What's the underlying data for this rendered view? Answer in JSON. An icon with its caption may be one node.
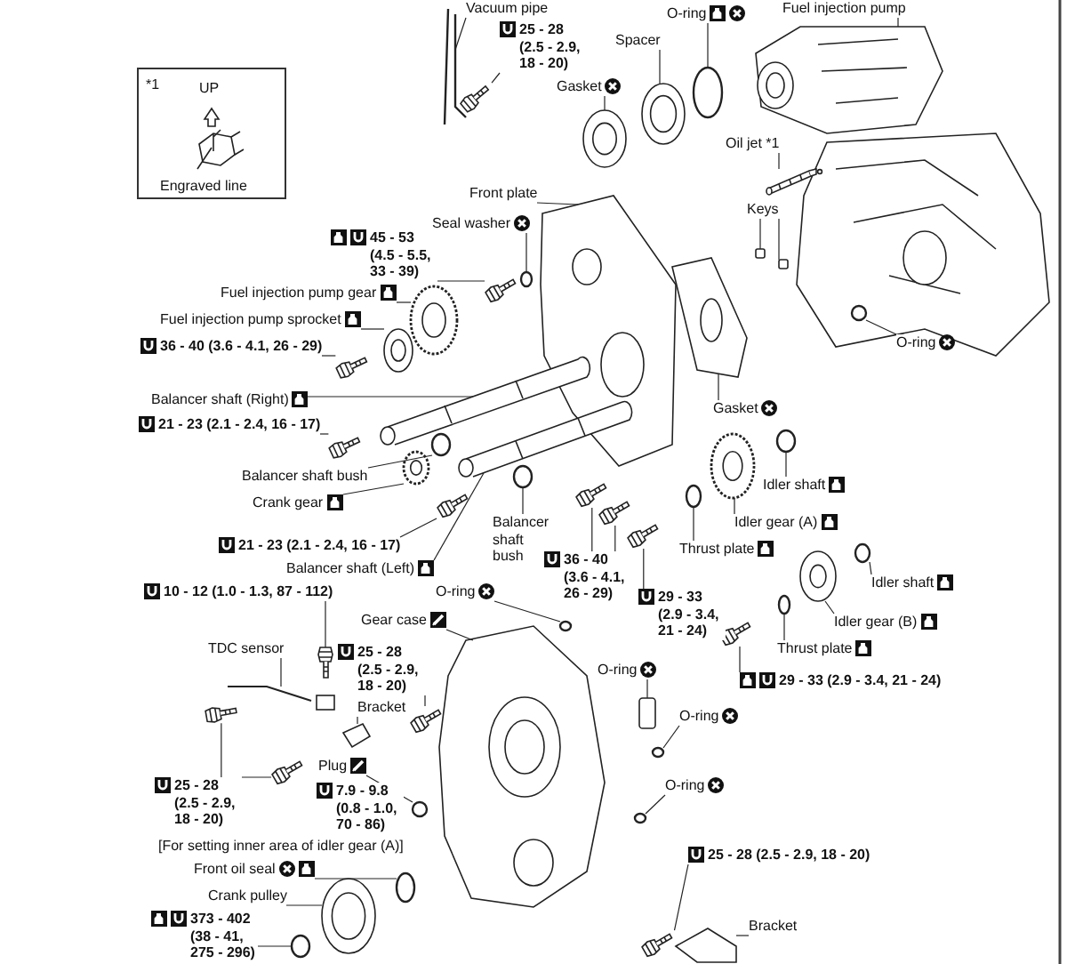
{
  "diagram": {
    "nodes": [
      {
        "text": [
          "*1",
          "UP",
          "Engraved line"
        ]
      },
      {
        "text": [
          "Vacuum pipe"
        ]
      },
      {
        "text": [
          "25 - 28 (2.5 - 2.9, 18 - 20)"
        ]
      },
      {
        "text": [
          "Spacer"
        ]
      },
      {
        "text": [
          "O-ring"
        ]
      },
      {
        "text": [
          "Fuel injection pump"
        ]
      },
      {
        "text": [
          "Gasket"
        ]
      },
      {
        "text": [
          "Oil jet *1"
        ]
      },
      {
        "text": [
          "Keys"
        ]
      },
      {
        "text": [
          "Front plate"
        ]
      },
      {
        "text": [
          "Seal washer"
        ]
      },
      {
        "text": [
          "45 - 53 (4.5 - 5.5, 33 - 39)"
        ]
      },
      {
        "text": [
          "Fuel injection pump gear"
        ]
      },
      {
        "text": [
          "Fuel injection pump sprocket"
        ]
      },
      {
        "text": [
          "36 - 40 (3.6 - 4.1, 26 - 29)"
        ]
      },
      {
        "text": [
          "Balancer shaft (Right)"
        ]
      },
      {
        "text": [
          "21 - 23 (2.1 - 2.4, 16 - 17)"
        ]
      },
      {
        "text": [
          "Balancer shaft bush"
        ]
      },
      {
        "text": [
          "Crank gear"
        ]
      },
      {
        "text": [
          "21 - 23 (2.1 - 2.4, 16 - 17)"
        ]
      },
      {
        "text": [
          "Balancer shaft (Left)"
        ]
      },
      {
        "text": [
          "Balancer shaft bush"
        ]
      },
      {
        "text": [
          "36 - 40 (3.6 - 4.1, 26 - 29)"
        ]
      },
      {
        "text": [
          "29 - 33 (2.9 - 3.4, 21 - 24)"
        ]
      },
      {
        "text": [
          "Gasket"
        ]
      },
      {
        "text": [
          "Idler shaft"
        ]
      },
      {
        "text": [
          "Idler gear (A)"
        ]
      },
      {
        "text": [
          "Thrust plate"
        ]
      },
      {
        "text": [
          "O-ring"
        ]
      },
      {
        "text": [
          "Idler shaft"
        ]
      },
      {
        "text": [
          "Idler gear (B)"
        ]
      },
      {
        "text": [
          "Thrust plate"
        ]
      },
      {
        "text": [
          "29 - 33 (2.9 - 3.4, 21 - 24)"
        ]
      },
      {
        "text": [
          "10 - 12 (1.0 - 1.3, 87 - 112)"
        ]
      },
      {
        "text": [
          "O-ring"
        ]
      },
      {
        "text": [
          "Gear case"
        ]
      },
      {
        "text": [
          "25 - 28 (2.5 - 2.9, 18 - 20)"
        ]
      },
      {
        "text": [
          "TDC sensor"
        ]
      },
      {
        "text": [
          "Bracket"
        ]
      },
      {
        "text": [
          "25 - 28 (2.5 - 2.9, 18 - 20)"
        ]
      },
      {
        "text": [
          "Plug"
        ]
      },
      {
        "text": [
          "7.9 - 9.8 (0.8 - 1.0, 70 - 86)"
        ]
      },
      {
        "text": [
          "O-ring"
        ]
      },
      {
        "text": [
          "O-ring"
        ]
      },
      {
        "text": [
          "O-ring"
        ]
      },
      {
        "text": [
          "25 - 28 (2.5 - 2.9, 18 - 20)"
        ]
      },
      {
        "text": [
          "Bracket"
        ]
      },
      {
        "text": [
          "Front oil seal"
        ]
      },
      {
        "text": [
          "Crank pulley"
        ]
      },
      {
        "text": [
          "373 - 402 (38 - 41, 275 - 296)"
        ]
      },
      {
        "text": [],
        "shape": "picture"
      },
      {
        "text": [],
        "shape": "picture"
      },
      {
        "text": [],
        "shape": "picture"
      },
      {
        "text": [],
        "shape": "circle"
      },
      {
        "text": [],
        "shape": "picture"
      },
      {
        "text": [],
        "shape": "picture"
      },
      {
        "text": [],
        "shape": "picture"
      },
      {
        "text": [],
        "shape": "box"
      },
      {
        "text": [],
        "shape": "box"
      },
      {
        "text": [],
        "shape": "picture"
      },
      {
        "text": [],
        "shape": "circle"
      },
      {
        "text": [],
        "shape": "picture"
      },
      {
        "text": [],
        "shape": "picture"
      },
      {
        "text": [],
        "shape": "picture"
      },
      {
        "text": [],
        "shape": "picture"
      },
      {
        "text": [],
        "shape": "picture"
      },
      {
        "text": [],
        "shape": "picture"
      },
      {
        "text": [],
        "shape": "circle"
      },
      {
        "text": [],
        "shape": "picture"
      },
      {
        "text": [],
        "shape": "picture"
      },
      {
        "text": [],
        "shape": "picture"
      },
      {
        "text": [],
        "shape": "circle"
      },
      {
        "text": [],
        "shape": "picture"
      },
      {
        "text": [],
        "shape": "picture"
      },
      {
        "text": [],
        "shape": "picture"
      },
      {
        "text": [],
        "shape": "picture"
      },
      {
        "text": [],
        "shape": "circle"
      },
      {
        "text": [],
        "shape": "picture"
      },
      {
        "text": [],
        "shape": "circle"
      },
      {
        "text": [],
        "shape": "circle"
      },
      {
        "text": [],
        "shape": "circle"
      },
      {
        "text": [],
        "shape": "picture"
      },
      {
        "text": [],
        "shape": "circle"
      },
      {
        "text": [],
        "shape": "picture"
      },
      {
        "text": [],
        "shape": "picture"
      },
      {
        "text": [],
        "shape": "circle"
      },
      {
        "text": [],
        "shape": "picture"
      },
      {
        "text": [],
        "shape": "picture"
      },
      {
        "text": [],
        "shape": "picture"
      },
      {
        "text": [],
        "shape": "picture"
      },
      {
        "text": [],
        "shape": "picture"
      },
      {
        "text": [],
        "shape": "picture"
      },
      {
        "text": [],
        "shape": "circle"
      },
      {
        "text": [],
        "shape": "box"
      },
      {
        "text": [],
        "shape": "circle"
      },
      {
        "text": [],
        "shape": "circle"
      },
      {
        "text": [],
        "shape": "picture"
      },
      {
        "text": [],
        "shape": "picture"
      },
      {
        "text": [],
        "shape": "circle"
      },
      {
        "text": [],
        "shape": "picture"
      },
      {
        "text": [],
        "shape": "circle"
      }
    ],
    "edges": [
      {
        "from": 1,
        "to": 50,
        "arrow": "none"
      },
      {
        "from": 2,
        "to": 51,
        "arrow": "none"
      },
      {
        "from": 3,
        "to": 52,
        "arrow": "none"
      },
      {
        "from": 4,
        "to": 53,
        "arrow": "none"
      },
      {
        "from": 5,
        "to": 54,
        "arrow": "none"
      },
      {
        "from": 6,
        "to": 55,
        "arrow": "none"
      },
      {
        "from": 7,
        "to": 56,
        "arrow": "none"
      },
      {
        "from": 8,
        "to": 57,
        "arrow": "none"
      },
      {
        "from": 8,
        "to": 58,
        "arrow": "none"
      },
      {
        "from": 9,
        "to": 59,
        "arrow": "none"
      },
      {
        "from": 10,
        "to": 60,
        "arrow": "none"
      },
      {
        "from": 11,
        "to": 61,
        "arrow": "none"
      },
      {
        "from": 12,
        "to": 62,
        "arrow": "none"
      },
      {
        "from": 13,
        "to": 63,
        "arrow": "none"
      },
      {
        "from": 14,
        "to": 64,
        "arrow": "none"
      },
      {
        "from": 15,
        "to": 65,
        "arrow": "none"
      },
      {
        "from": 16,
        "to": 66,
        "arrow": "none"
      },
      {
        "from": 17,
        "to": 67,
        "arrow": "none"
      },
      {
        "from": 18,
        "to": 68,
        "arrow": "none"
      },
      {
        "from": 19,
        "to": 69,
        "arrow": "none"
      },
      {
        "from": 20,
        "to": 70,
        "arrow": "none"
      },
      {
        "from": 21,
        "to": 71,
        "arrow": "none"
      },
      {
        "from": 22,
        "to": 72,
        "arrow": "none"
      },
      {
        "from": 22,
        "to": 73,
        "arrow": "none"
      },
      {
        "from": 23,
        "to": 74,
        "arrow": "none"
      },
      {
        "from": 24,
        "to": 75,
        "arrow": "none"
      },
      {
        "from": 25,
        "to": 76,
        "arrow": "none"
      },
      {
        "from": 26,
        "to": 77,
        "arrow": "none"
      },
      {
        "from": 27,
        "to": 78,
        "arrow": "none"
      },
      {
        "from": 28,
        "to": 79,
        "arrow": "none"
      },
      {
        "from": 29,
        "to": 80,
        "arrow": "none"
      },
      {
        "from": 30,
        "to": 81,
        "arrow": "none"
      },
      {
        "from": 31,
        "to": 82,
        "arrow": "none"
      },
      {
        "from": 32,
        "to": 83,
        "arrow": "none"
      },
      {
        "from": 33,
        "to": 84,
        "arrow": "none"
      },
      {
        "from": 34,
        "to": 85,
        "arrow": "none"
      },
      {
        "from": 35,
        "to": 86,
        "arrow": "none"
      },
      {
        "from": 36,
        "to": 87,
        "arrow": "none"
      },
      {
        "from": 37,
        "to": 88,
        "arrow": "none"
      },
      {
        "from": 38,
        "to": 89,
        "arrow": "none"
      },
      {
        "from": 39,
        "to": 90,
        "arrow": "none"
      },
      {
        "from": 39,
        "to": 91,
        "arrow": "none"
      },
      {
        "from": 40,
        "to": 92,
        "arrow": "none"
      },
      {
        "from": 42,
        "to": 93,
        "arrow": "none"
      },
      {
        "from": 43,
        "to": 94,
        "arrow": "none"
      },
      {
        "from": 44,
        "to": 95,
        "arrow": "none"
      },
      {
        "from": 45,
        "to": 96,
        "arrow": "none"
      },
      {
        "from": 46,
        "to": 97,
        "arrow": "none"
      },
      {
        "from": 47,
        "to": 98,
        "arrow": "none"
      },
      {
        "from": 48,
        "to": 99,
        "arrow": "none"
      },
      {
        "from": 49,
        "to": 100,
        "arrow": "none"
      }
    ],
    "labels": [
      "[For setting inner area of idler gear (A)]"
    ]
  }
}
